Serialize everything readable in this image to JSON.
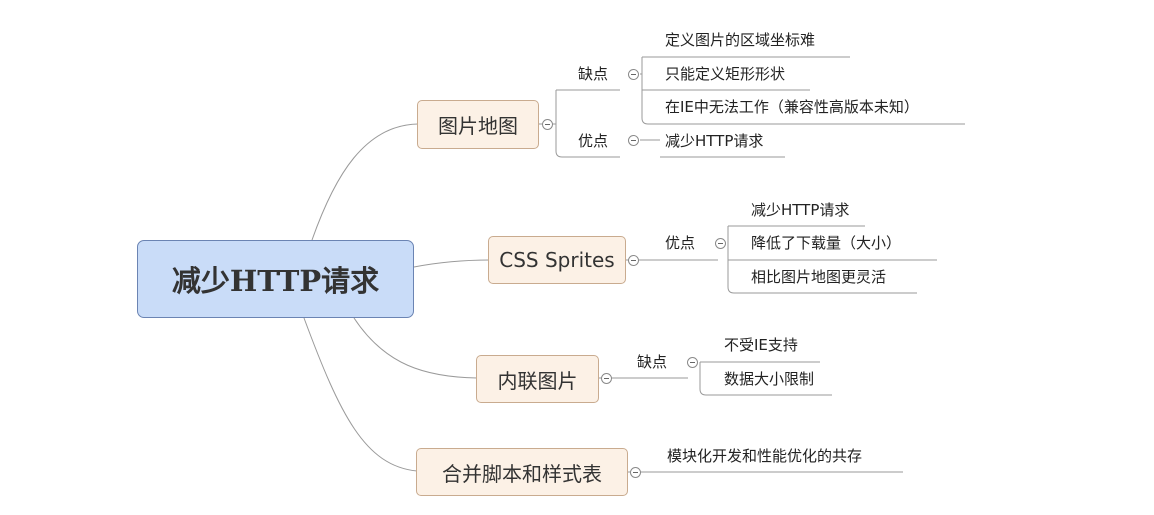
{
  "root": {
    "label": "减少HTTP请求"
  },
  "branches": [
    {
      "label": "图片地图",
      "groups": [
        {
          "label": "缺点",
          "items": [
            "定义图片的区域坐标难",
            "只能定义矩形形状",
            "在IE中无法工作（兼容性高版本未知）"
          ]
        },
        {
          "label": "优点",
          "items": [
            "减少HTTP请求"
          ]
        }
      ]
    },
    {
      "label": "CSS Sprites",
      "groups": [
        {
          "label": "优点",
          "items": [
            "减少HTTP请求",
            "降低了下载量（大小）",
            "相比图片地图更灵活"
          ]
        }
      ]
    },
    {
      "label": "内联图片",
      "groups": [
        {
          "label": "缺点",
          "items": [
            "不受IE支持",
            "数据大小限制"
          ]
        }
      ]
    },
    {
      "label": "合并脚本和样式表",
      "items": [
        "模块化开发和性能优化的共存"
      ]
    }
  ],
  "colors": {
    "root_fill": "#c9dcf8",
    "topic_fill": "#fcf1e6",
    "line": "#999999"
  }
}
